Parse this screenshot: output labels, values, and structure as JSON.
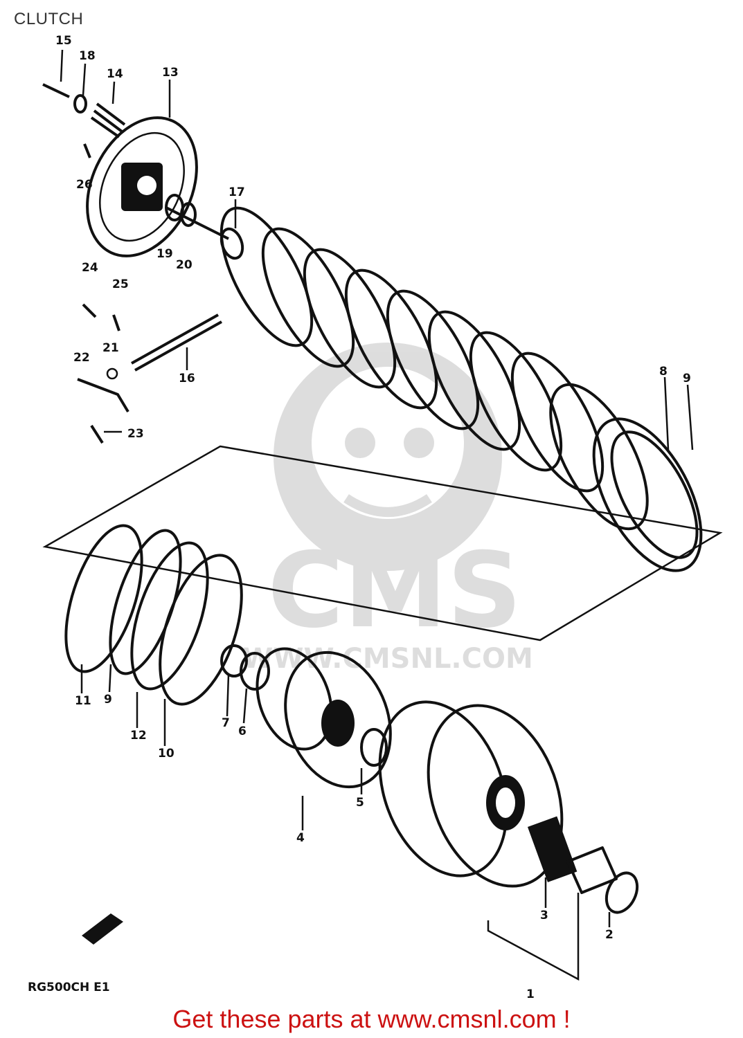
{
  "title": "CLUTCH",
  "model_code": "RG500CH E1",
  "watermark": {
    "brand": "CMS",
    "url": "WWW.CMSNL.COM"
  },
  "footer": "Get these parts at www.cmsnl.com !",
  "callouts": [
    "15",
    "18",
    "14",
    "13",
    "26",
    "17",
    "19",
    "20",
    "24",
    "25",
    "21",
    "22",
    "16",
    "23",
    "8",
    "9",
    "11",
    "9",
    "12",
    "10",
    "7",
    "6",
    "5",
    "4",
    "3",
    "2",
    "1"
  ]
}
